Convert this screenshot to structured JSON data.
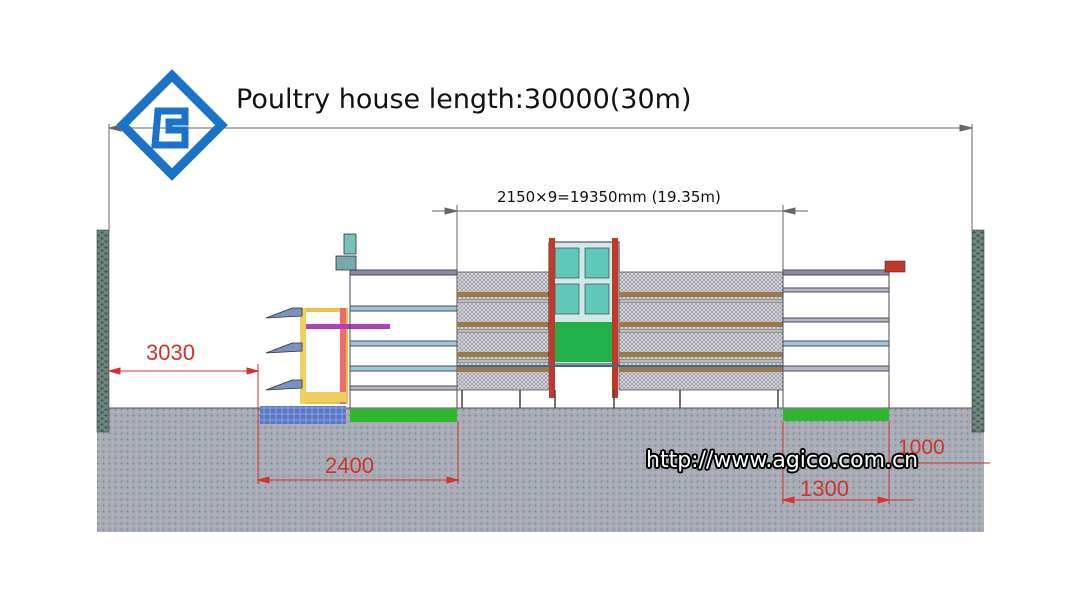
{
  "title": "Poultry house length:30000(30m)",
  "dimensions": {
    "cage_run": "2150×9=19350mm (19.35m)",
    "end_gap": "3030",
    "front_area": "2400",
    "rear_area": "1300",
    "rear_gap": "1000"
  },
  "watermark_url": "http://www.agico.com.cn",
  "logo": {
    "name": "agico-logo-icon",
    "color": "#1a73c8"
  },
  "colors": {
    "dimension_text": "#d0342c",
    "ground": "#a9adb6",
    "walls": "#5a6f6a",
    "green": "#2eb82e",
    "frame": "#4a4a5a"
  }
}
